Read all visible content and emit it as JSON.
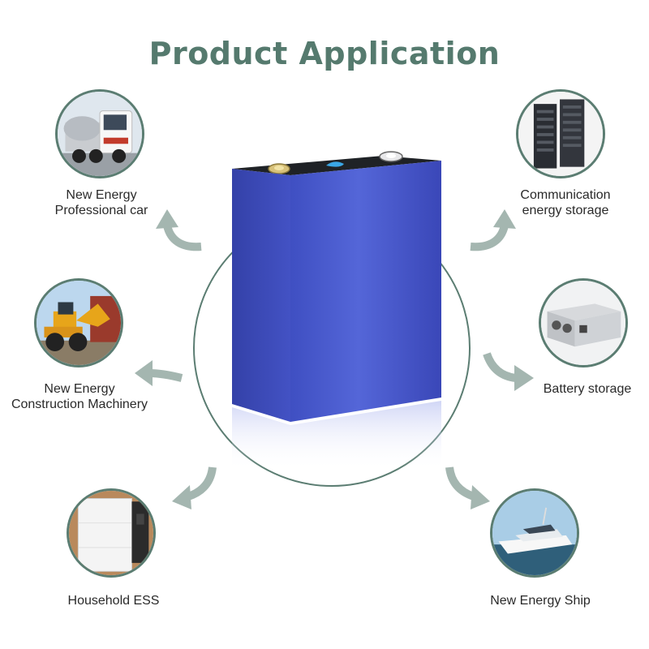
{
  "title": "Product Application",
  "accent_color": "#557a6e",
  "arrow_color": "#9fb3ac",
  "battery_color": "#4a5bd0",
  "applications": [
    {
      "id": "pro-car",
      "icon": "truck-icon",
      "lines": [
        "New Energy",
        "Professional car"
      ]
    },
    {
      "id": "construction",
      "icon": "wheel-loader-icon",
      "lines": [
        "New Energy",
        "Construction Machinery"
      ]
    },
    {
      "id": "household",
      "icon": "home-battery-icon",
      "lines": [
        "Household ESS"
      ]
    },
    {
      "id": "communication",
      "icon": "battery-rack-icon",
      "lines": [
        "Communication",
        "energy storage"
      ]
    },
    {
      "id": "battery-storage",
      "icon": "battery-module-icon",
      "lines": [
        "Battery storage"
      ]
    },
    {
      "id": "ship",
      "icon": "ship-icon",
      "lines": [
        "New Energy Ship"
      ]
    }
  ]
}
